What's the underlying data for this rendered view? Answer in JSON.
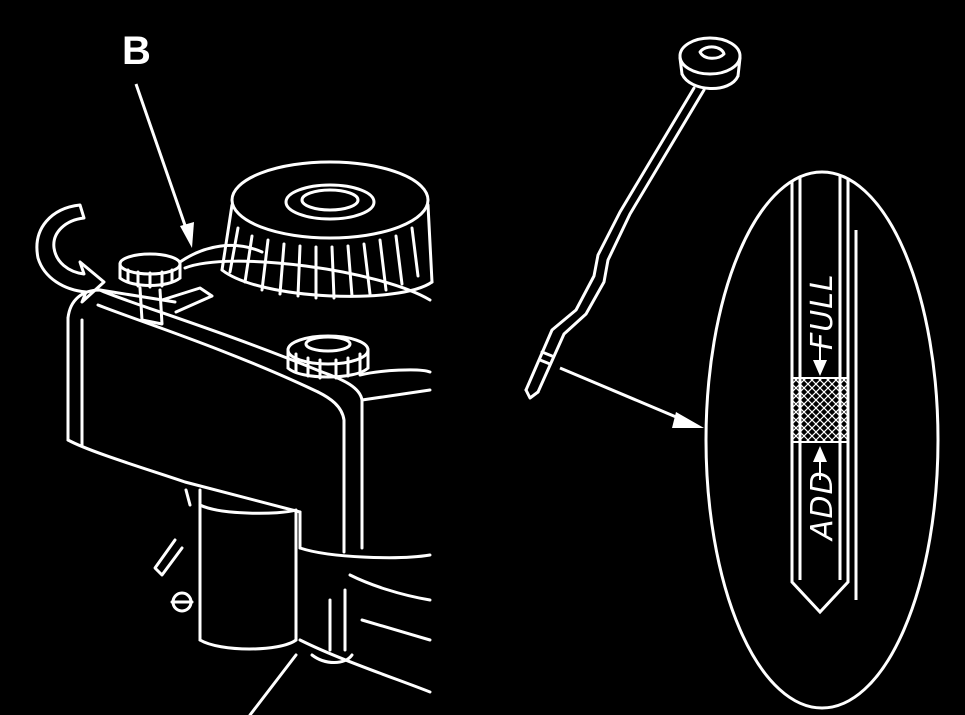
{
  "callout_label": "B",
  "dipstick_marks": {
    "full": "FULL",
    "add": "ADD"
  },
  "colors": {
    "background": "#000000",
    "line": "#ffffff"
  }
}
